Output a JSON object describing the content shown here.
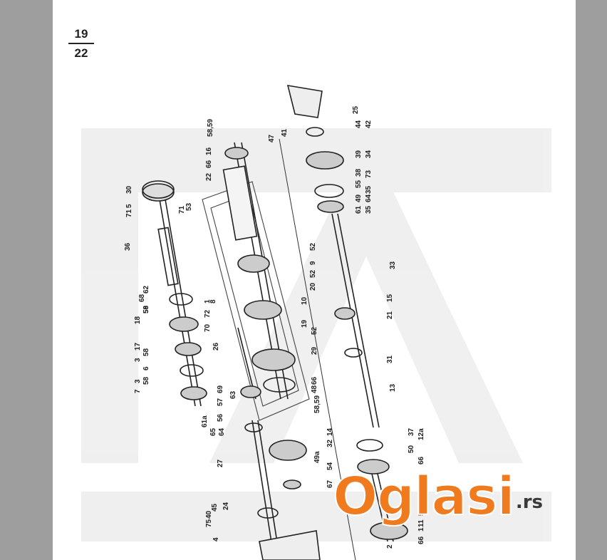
{
  "page": {
    "number": "19",
    "total": "22"
  },
  "watermark": {
    "brand": "Oglasi",
    "tld": ".rs"
  },
  "callouts": [
    "25",
    "44",
    "42",
    "34",
    "39",
    "38",
    "55",
    "35",
    "73",
    "49",
    "35",
    "64",
    "61",
    "33",
    "47",
    "41",
    "58,59",
    "16",
    "66",
    "22",
    "52",
    "9",
    "52",
    "20",
    "10",
    "19",
    "52",
    "29",
    "66",
    "48",
    "58,59",
    "1",
    "72",
    "70",
    "8",
    "26",
    "63",
    "69",
    "57",
    "56",
    "71",
    "5",
    "30",
    "53",
    "71",
    "36",
    "62",
    "18",
    "58",
    "68",
    "59",
    "17",
    "58",
    "3",
    "6",
    "3",
    "7",
    "58",
    "21",
    "15",
    "31",
    "13",
    "37",
    "12a",
    "50",
    "66",
    "14",
    "32",
    "49a",
    "54",
    "67",
    "61a",
    "65",
    "64",
    "27",
    "40",
    "75",
    "45",
    "24",
    "4",
    "51",
    "2",
    "66",
    "11",
    "1"
  ]
}
